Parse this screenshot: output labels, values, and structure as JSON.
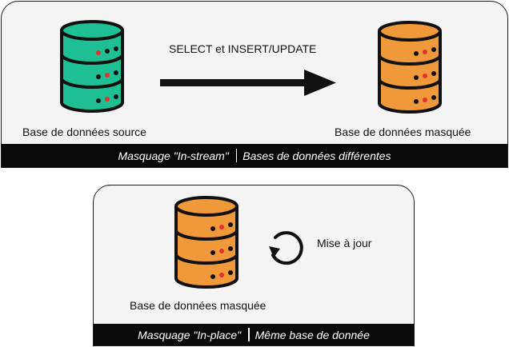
{
  "top_panel": {
    "source_label": "Base de données source",
    "target_label": "Base de données masquée",
    "arrow_label": "SELECT et INSERT/UPDATE",
    "footer_left": "Masquage \"In-stream\"",
    "footer_right": "Bases de données différentes"
  },
  "bottom_panel": {
    "db_label": "Base de données masquée",
    "refresh_label": "Mise à jour",
    "footer_left": "Masquage \"In-place\"",
    "footer_right": "Même base de donnée"
  },
  "colors": {
    "source_db": "#1ebf93",
    "masked_db": "#f0993a",
    "outline": "#111111",
    "dot_red": "#e53030",
    "panel_bg": "#f4f4f4",
    "footer_bg": "#0a0a0a"
  },
  "icons": {
    "source_db": "database-icon",
    "masked_db": "database-icon",
    "arrow": "arrow-right-icon",
    "refresh": "rotate-clockwise-icon"
  }
}
